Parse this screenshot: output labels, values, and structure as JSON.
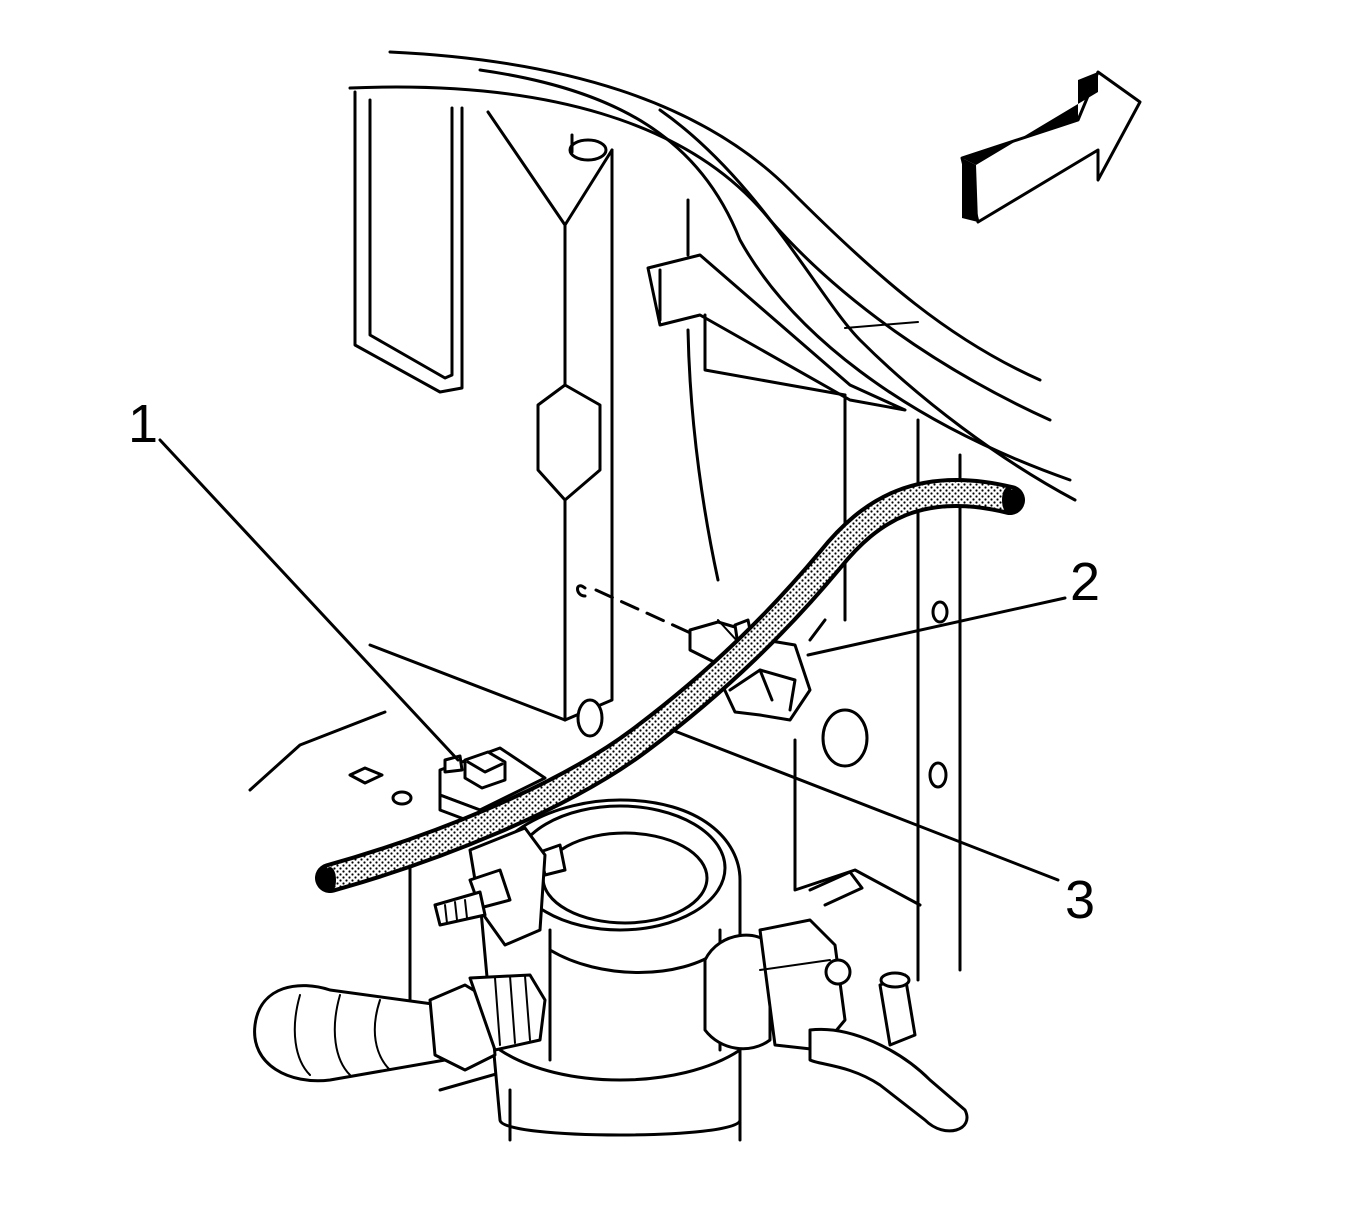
{
  "diagram": {
    "callouts": [
      {
        "id": "1",
        "label": "1"
      },
      {
        "id": "2",
        "label": "2"
      },
      {
        "id": "3",
        "label": "3"
      }
    ],
    "stroke_color": "#000000",
    "background_color": "#ffffff",
    "hose_fill_color": "#9a9a9a",
    "icons": [
      "forward-direction-arrow-icon"
    ]
  }
}
